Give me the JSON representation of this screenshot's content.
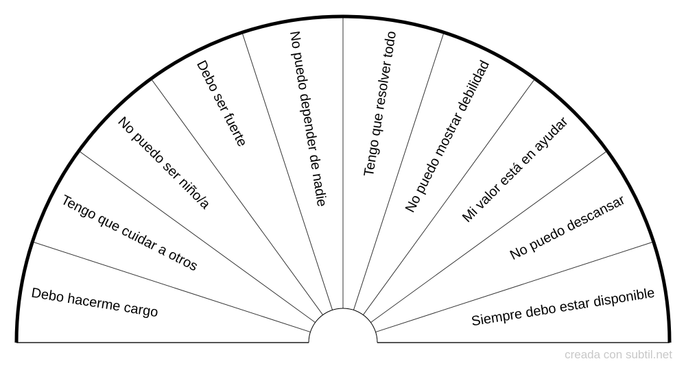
{
  "segments": [
    {
      "label": "Debo hacerme cargo"
    },
    {
      "label": "Tengo que cuidar a otros"
    },
    {
      "label": "No puedo ser niño/a"
    },
    {
      "label": "Debo ser fuerte"
    },
    {
      "label": "No puedo depender de nadie"
    },
    {
      "label": "Tengo que resolver todo"
    },
    {
      "label": "No puedo mostrar debilidad"
    },
    {
      "label": "Mi valor está en ayudar"
    },
    {
      "label": "No puedo descansar"
    },
    {
      "label": "Siempre debo estar disponible"
    }
  ],
  "footer": "creada con subtil.net",
  "colors": {
    "outline": "#000000",
    "divider": "#333333",
    "footer": "#c8c8c8"
  }
}
